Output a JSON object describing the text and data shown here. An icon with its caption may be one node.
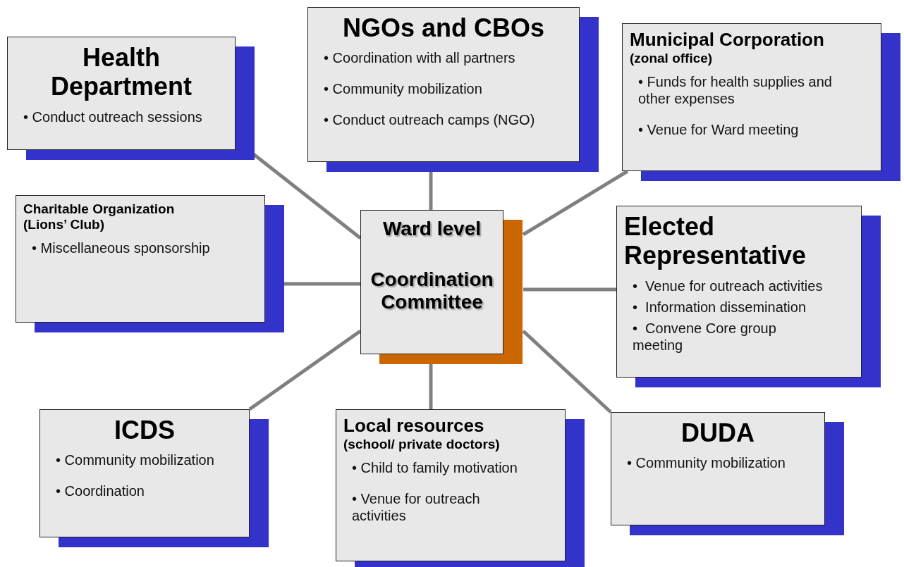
{
  "diagram": {
    "nodes": [
      {
        "text": [
          "Health Department",
          "• Conduct outreach sessions"
        ]
      },
      {
        "text": [
          "NGOs and CBOs",
          "• Coordination with all partners",
          "• Community mobilization",
          "• Conduct outreach camps (NGO)"
        ]
      },
      {
        "text": [
          "Municipal Corporation",
          "(zonal office)",
          "• Funds for health supplies and other expenses",
          "• Venue for Ward meeting"
        ]
      },
      {
        "text": [
          "Charitable Organization (Lions’ Club)",
          "• Miscellaneous sponsorship"
        ]
      },
      {
        "text": [
          "Ward level",
          "Coordination Committee"
        ]
      },
      {
        "text": [
          "Elected Representative",
          "•  Venue for outreach activities",
          "•  Information dissemination",
          "•  Convene Core group meeting"
        ]
      },
      {
        "text": [
          "ICDS",
          "• Community mobilization",
          "• Coordination"
        ]
      },
      {
        "text": [
          "Local resources",
          "(school/ private doctors)",
          "• Child to family motivation",
          "• Venue for outreach activities"
        ]
      },
      {
        "text": [
          "DUDA",
          "• Community mobilization"
        ]
      }
    ],
    "edges": [
      {
        "from": 4,
        "to": 0,
        "arrow": "none"
      },
      {
        "from": 4,
        "to": 1,
        "arrow": "none"
      },
      {
        "from": 4,
        "to": 2,
        "arrow": "none"
      },
      {
        "from": 4,
        "to": 3,
        "arrow": "none"
      },
      {
        "from": 4,
        "to": 5,
        "arrow": "none"
      },
      {
        "from": 4,
        "to": 6,
        "arrow": "none"
      },
      {
        "from": 4,
        "to": 7,
        "arrow": "none"
      },
      {
        "from": 4,
        "to": 8,
        "arrow": "none"
      }
    ]
  }
}
